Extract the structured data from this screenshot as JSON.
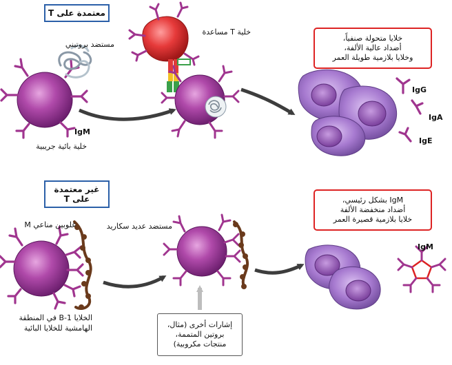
{
  "top": {
    "badge": "معتمدة على T",
    "protein_antigen": "مستضد بروتيني",
    "helper_t": "خلية T مساعدة",
    "igm": "IgM",
    "naive_b": "خلية بائية جريبية",
    "outcome": [
      "خلايا متحولة صنفياً،",
      "أضداد عالية الألفة،",
      "وخلايا بلازمية طويلة العمر"
    ],
    "isotypes": [
      "IgG",
      "IgA",
      "IgE"
    ]
  },
  "bottom": {
    "badge": [
      "غير معتمدة",
      "على T"
    ],
    "membrane_igm": "غلوبين مناعي M",
    "polysaccharide": "مستضد عديد سكاريد",
    "b1_cells": [
      "الخلايا B-1 في المنطقة",
      "الهامشية للخلايا البائية"
    ],
    "other_signals": [
      "إشارات أخرى (مثال،",
      "بروتين المتممة،",
      "منتجات مكروبية)"
    ],
    "outcome": [
      "IgM بشكل رئيسي،",
      "أضداد منخفضة الألفة",
      "خلايا بلازمية قصيرة العمر"
    ],
    "secreted": "IgM"
  },
  "colors": {
    "cell": "#a33aa0",
    "receptor": "#a0358f",
    "helper": "#e03a3a",
    "plasma": "#a77ad0",
    "polysaccharide": "#6a3a1c",
    "arrow": "#3d3d3d"
  }
}
